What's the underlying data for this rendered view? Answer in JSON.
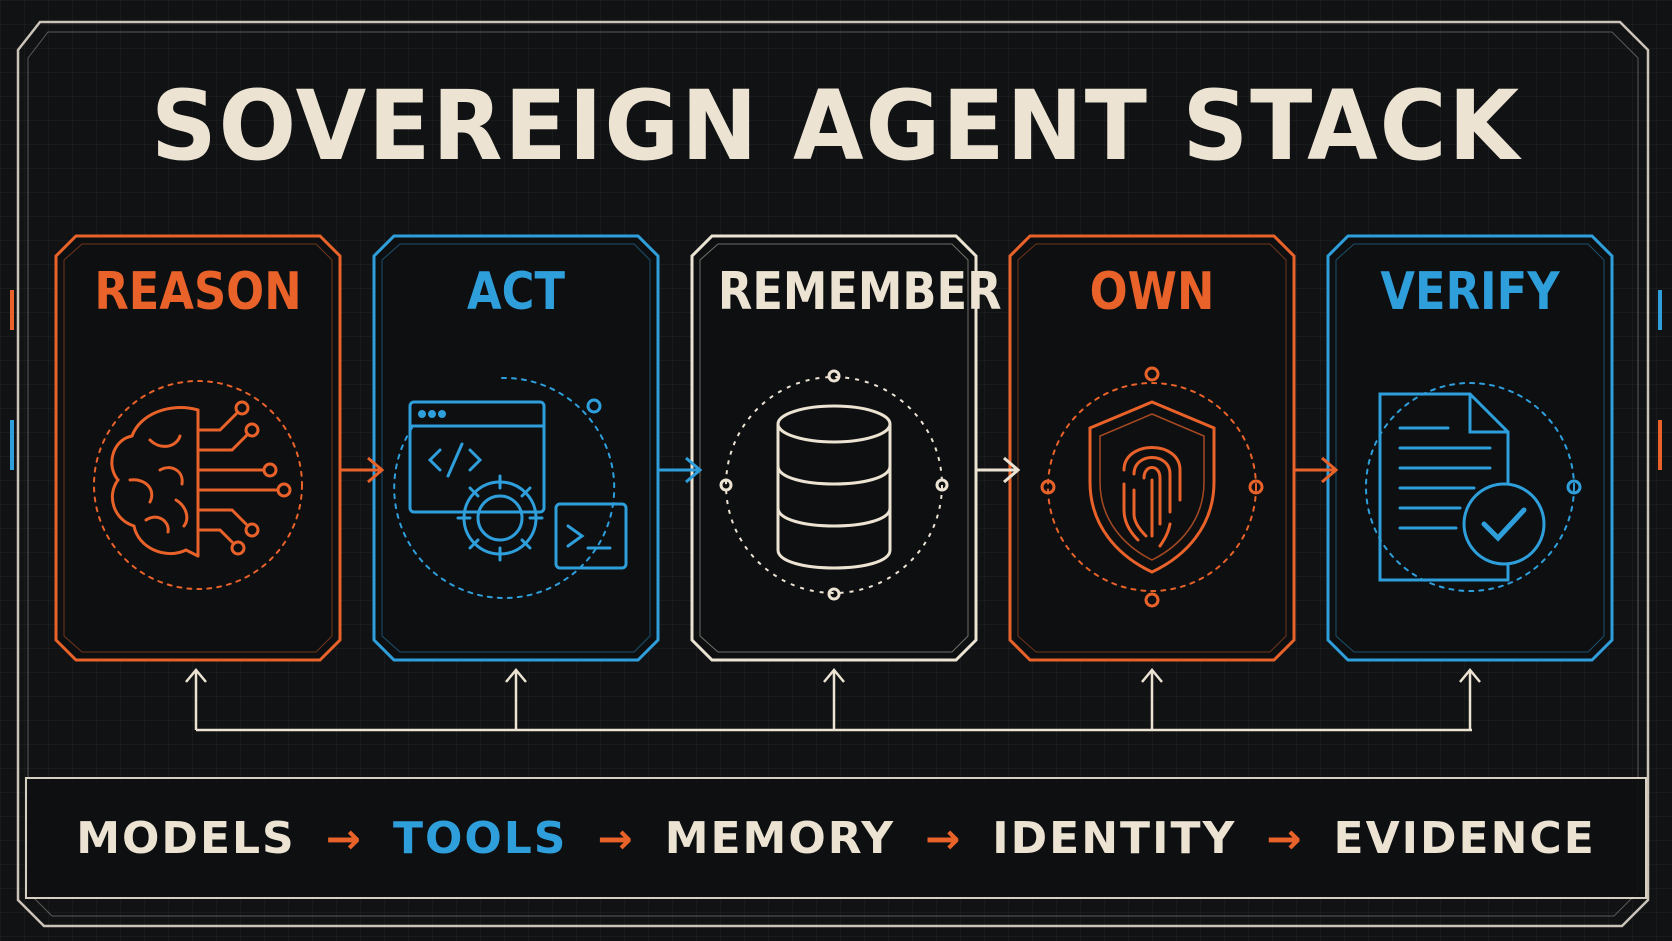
{
  "title": "SOVEREIGN AGENT STACK",
  "colors": {
    "orange": "#e8622a",
    "blue": "#2f9fdc",
    "cream": "#ece3d3",
    "background": "#101214"
  },
  "cards": [
    {
      "label": "REASON",
      "color": "orange",
      "icon": "brain-circuit-icon"
    },
    {
      "label": "ACT",
      "color": "blue",
      "icon": "code-gear-terminal-icon"
    },
    {
      "label": "REMEMBER",
      "color": "cream",
      "icon": "database-icon"
    },
    {
      "label": "OWN",
      "color": "orange",
      "icon": "fingerprint-shield-icon"
    },
    {
      "label": "VERIFY",
      "color": "blue",
      "icon": "document-check-icon"
    }
  ],
  "flow": {
    "items": [
      "MODELS",
      "TOOLS",
      "MEMORY",
      "IDENTITY",
      "EVIDENCE"
    ],
    "separator": "→"
  }
}
